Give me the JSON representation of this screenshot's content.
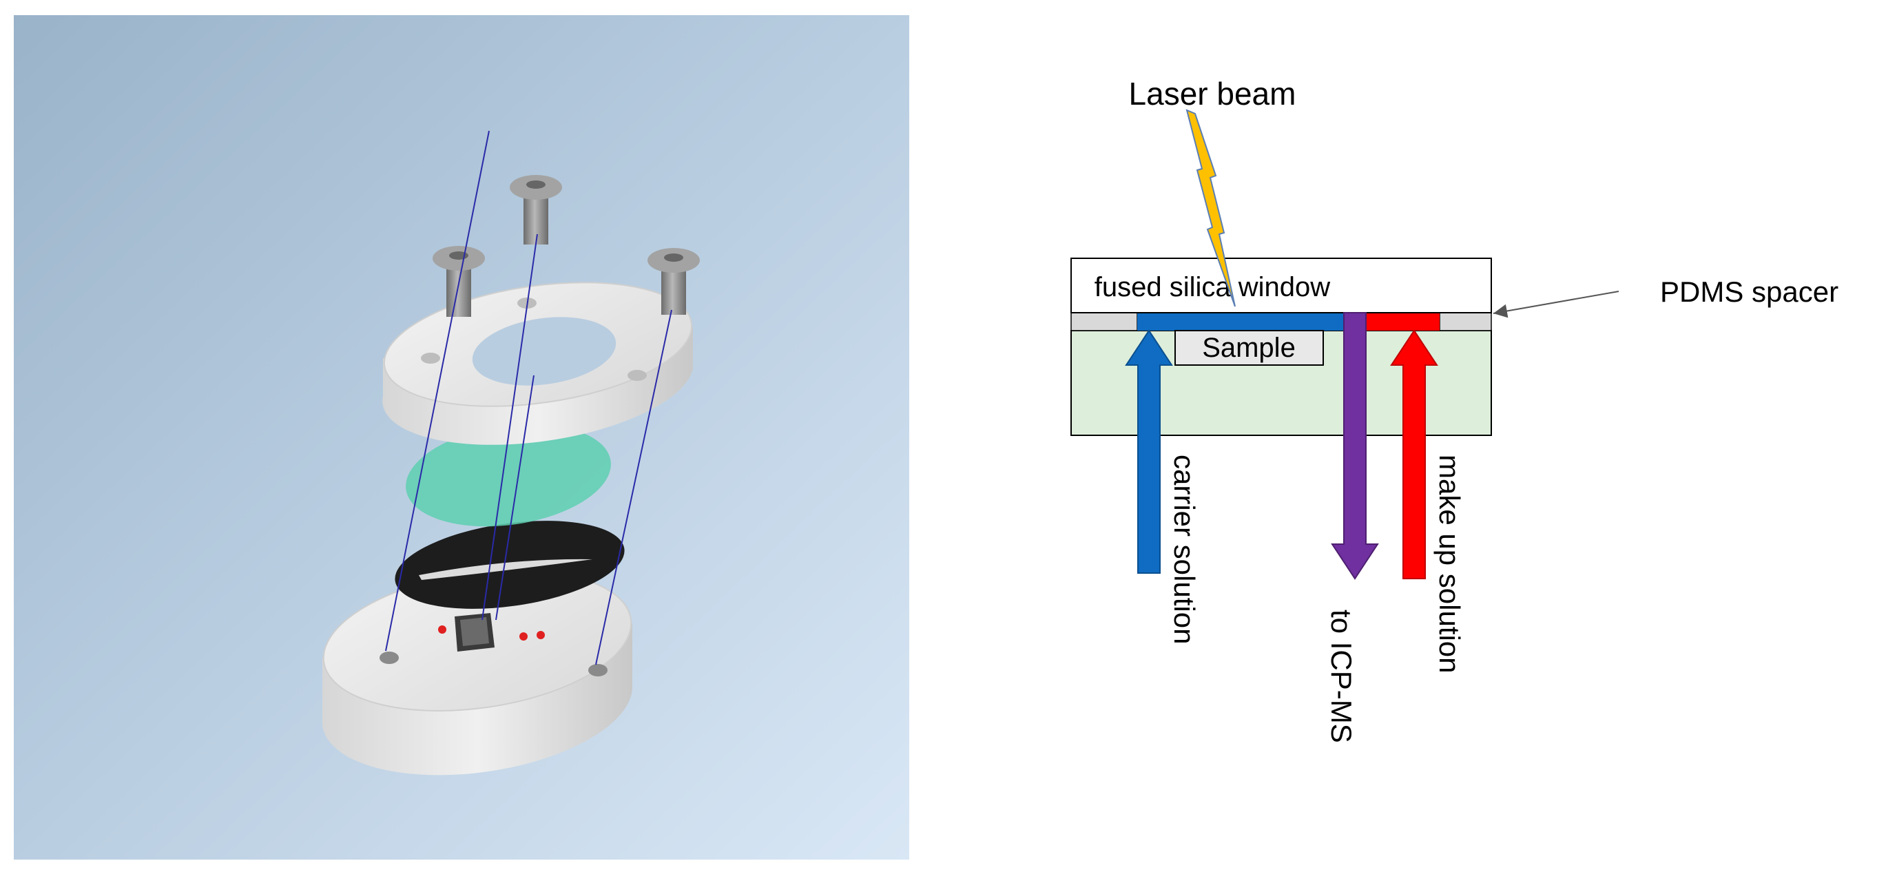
{
  "render": {
    "title": "",
    "alt": "Exploded 3D render of ablation cell assembly: three screws, top ring, fused silica window, PDMS spacer and base with sample well"
  },
  "schematic": {
    "laser_label": "Laser beam",
    "window_label": "fused silica window",
    "spacer_label": "PDMS spacer",
    "sample_label": "Sample",
    "carrier_label": "carrier solution",
    "icp_label": "to ICP-MS",
    "makeup_label": "make up solution"
  },
  "colors": {
    "background_top": "#9fb7cc",
    "background_bottom": "#d7e6f4",
    "part_white": "#e6e6e6",
    "window_green": "#5ecfb0",
    "spacer_black": "#1d1d1d",
    "laser_yellow": "#ffc000",
    "channel_blue": "#0f6cc2",
    "channel_purple": "#7030a0",
    "channel_red": "#ff0000",
    "base_green": "#ddeeda",
    "spacer_grey": "#d9d9d9",
    "guide_line": "#2a2aa8"
  }
}
